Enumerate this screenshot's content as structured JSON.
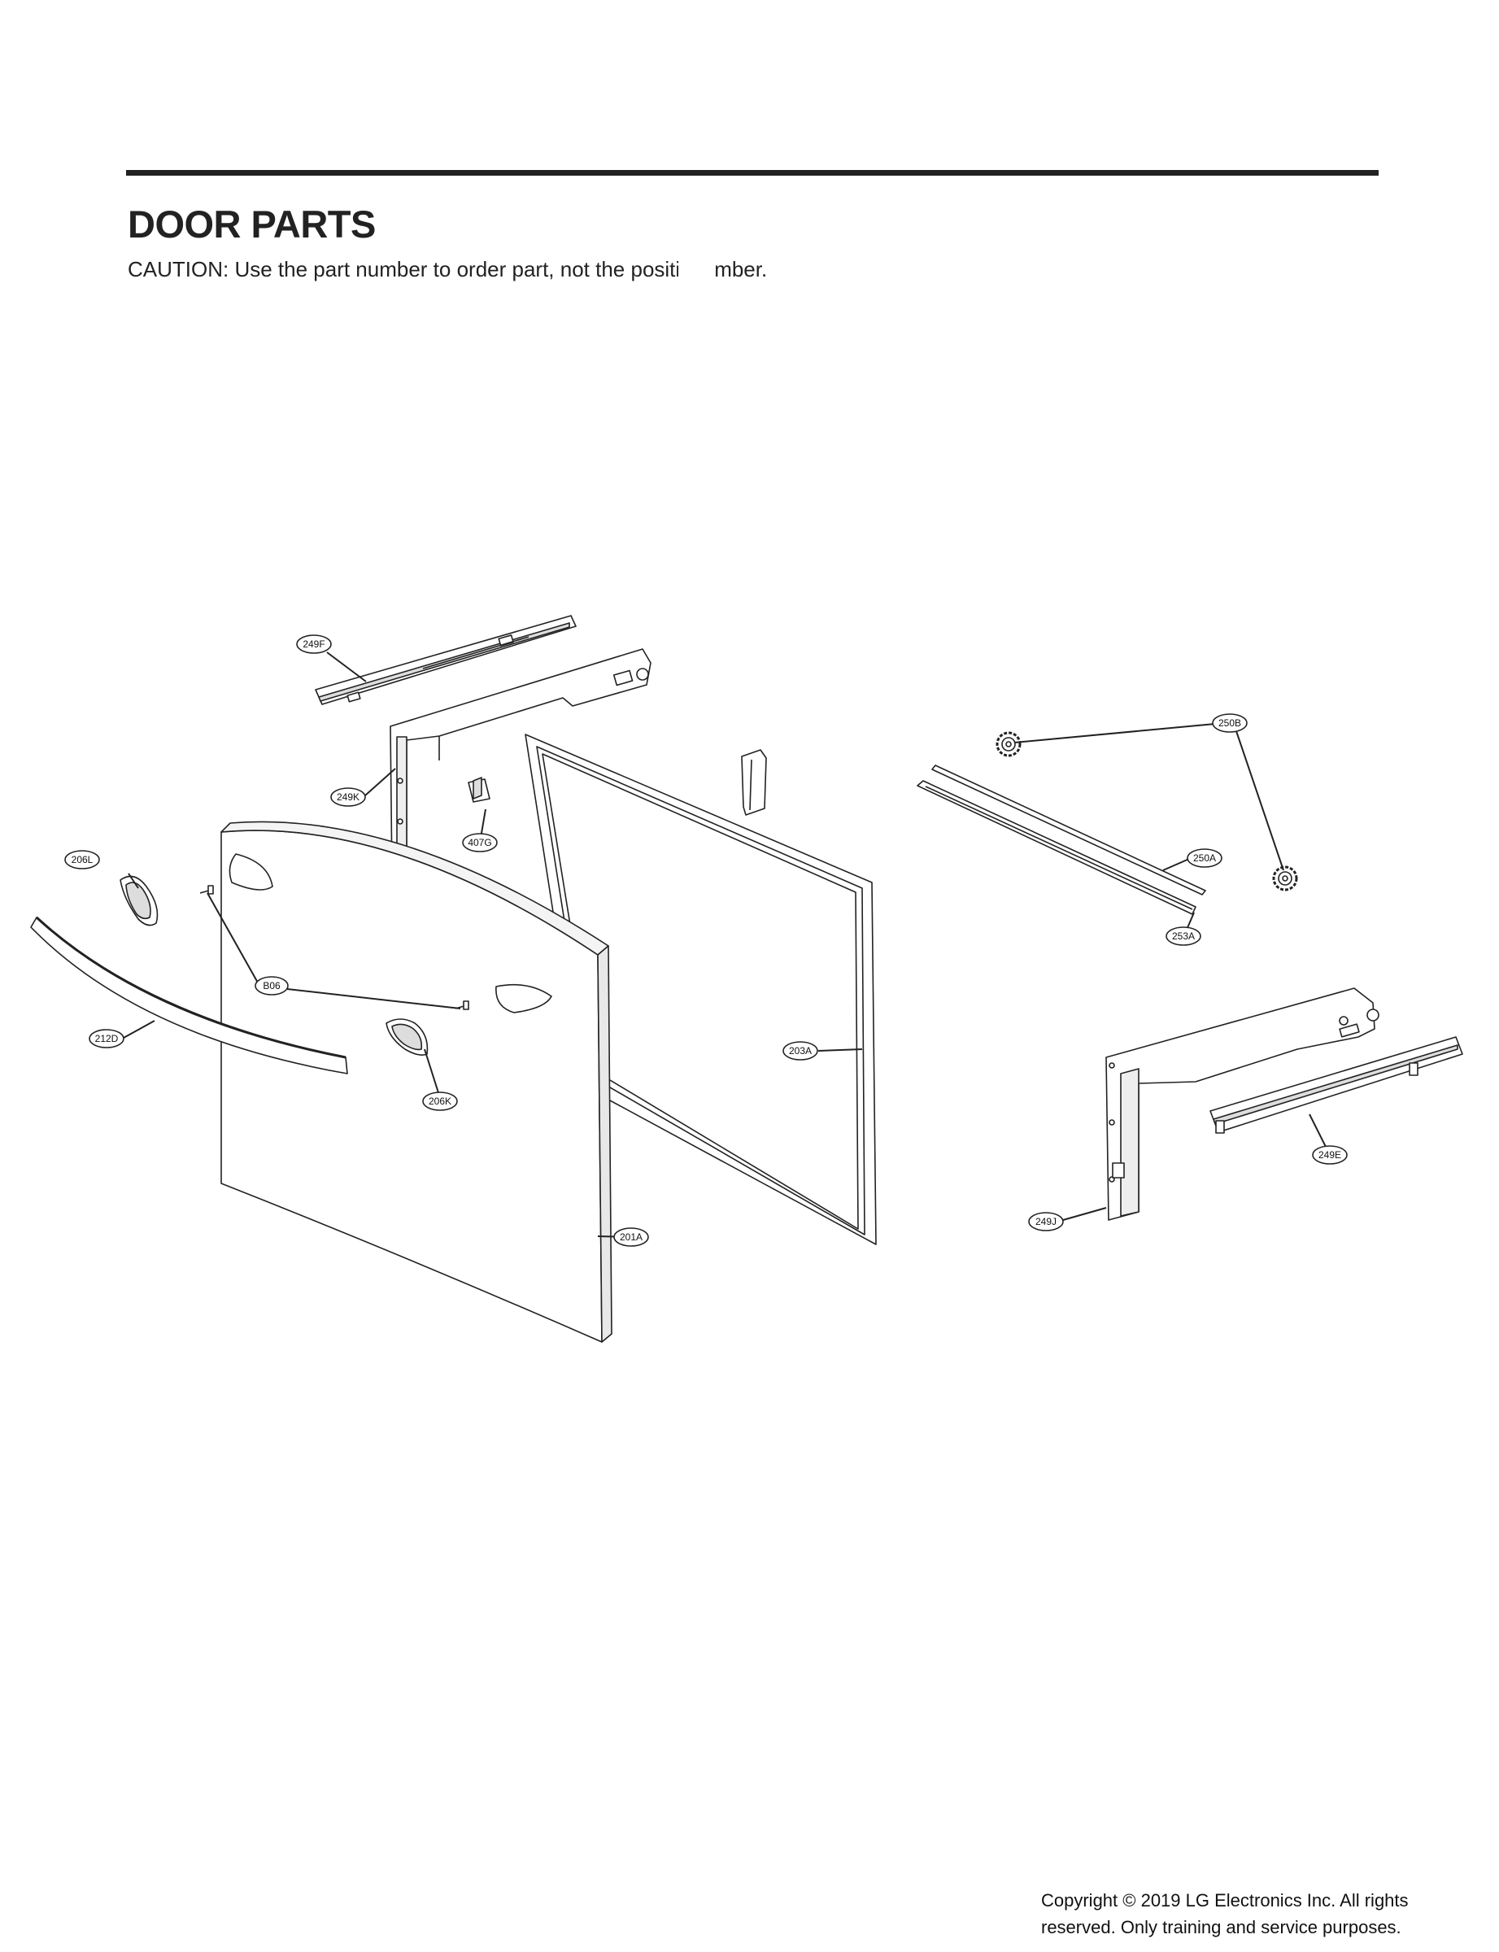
{
  "page": {
    "title": "DOOR PARTS",
    "caution_part1": "CAUTION: Use the part number to order part, not the positi",
    "caution_part2": "mber.",
    "copyright_line1": "Copyright © 2019  LG Electronics Inc. All rights",
    "copyright_line2": "reserved. Only training and service purposes."
  },
  "callouts": {
    "c249F": "249F",
    "c249K": "249K",
    "c407G": "407G",
    "c206L": "206L",
    "c212D": "212D",
    "cB06": "B06",
    "c206K": "206K",
    "c203A": "203A",
    "c201A": "201A",
    "c250B": "250B",
    "c250A": "250A",
    "c253A": "253A",
    "c249E": "249E",
    "c249J": "249J"
  }
}
